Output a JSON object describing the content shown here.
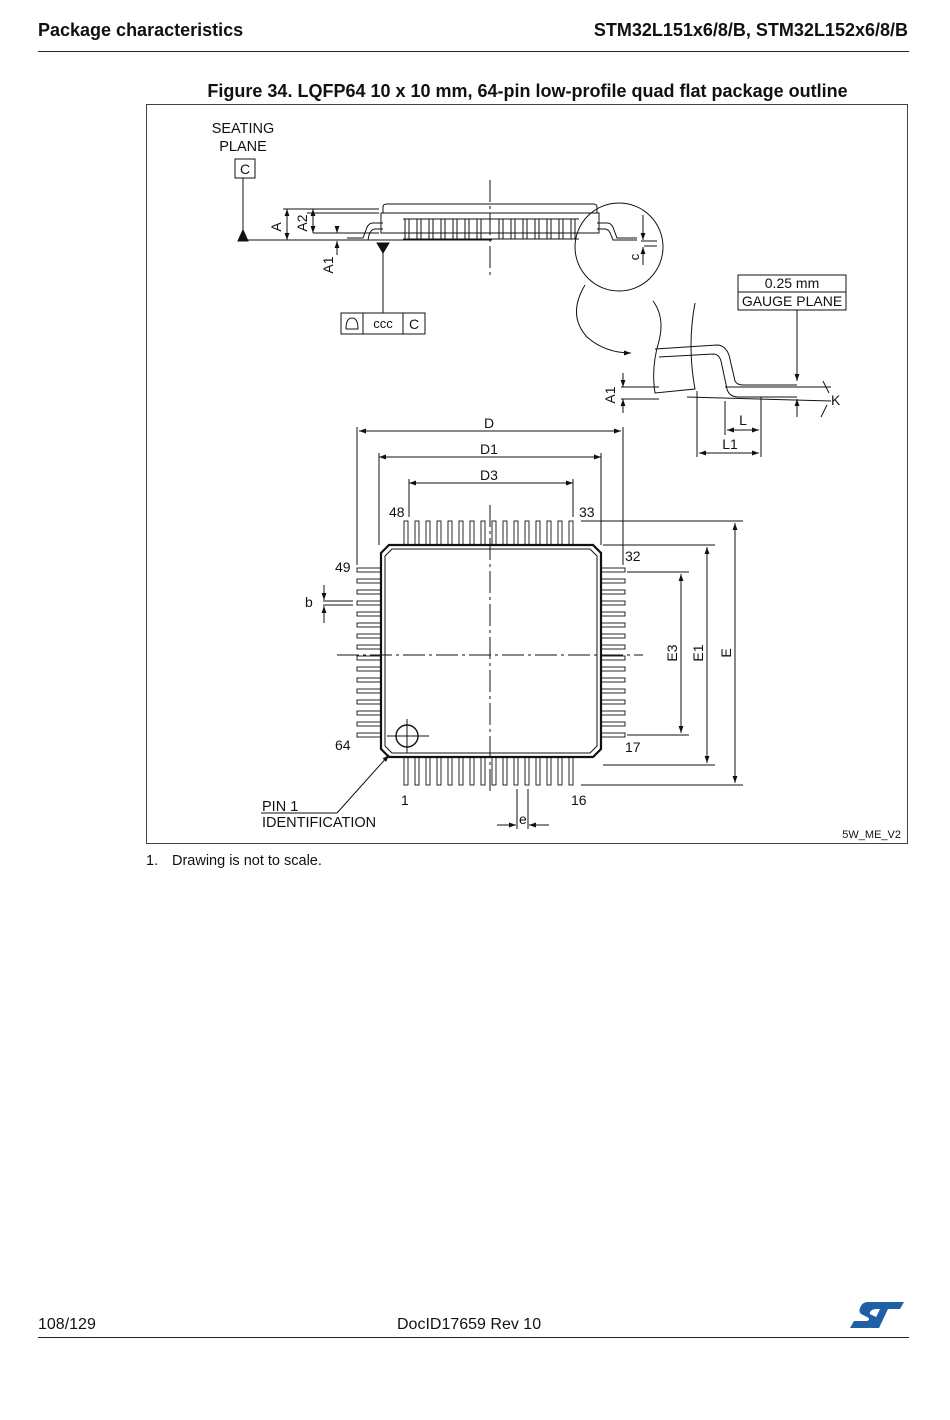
{
  "header": {
    "section": "Package characteristics",
    "product": "STM32L151x6/8/B, STM32L152x6/8/B"
  },
  "figure": {
    "title": "Figure 34. LQFP64 10 x 10 mm, 64-pin low-profile quad flat package outline",
    "drawing_code": "5W_ME_V2",
    "labels": {
      "seating": "SEATING",
      "plane": "PLANE",
      "datum": "C",
      "a": "A",
      "a1": "A1",
      "a2": "A2",
      "c": "c",
      "ccc": "ccc",
      "gauge_value": "0.25 mm",
      "gauge_plane": "GAUGE PLANE",
      "k": "K",
      "l": "L",
      "l1": "L1",
      "d": "D",
      "d1": "D1",
      "d3": "D3",
      "e_big": "E",
      "e1": "E1",
      "e3": "E3",
      "b": "b",
      "e_pitch": "e",
      "pin48": "48",
      "pin33": "33",
      "pin32": "32",
      "pin49": "49",
      "pin64": "64",
      "pin17": "17",
      "pin1": "1",
      "pin16": "16",
      "pin1_id_line1": "PIN 1",
      "pin1_id_line2": "IDENTIFICATION"
    }
  },
  "notes": [
    {
      "number": "1.",
      "text": "Drawing is not to scale."
    }
  ],
  "footer": {
    "page": "108/129",
    "doc_id": "DocID17659 Rev 10",
    "brand_color": "#1f5fa6"
  }
}
